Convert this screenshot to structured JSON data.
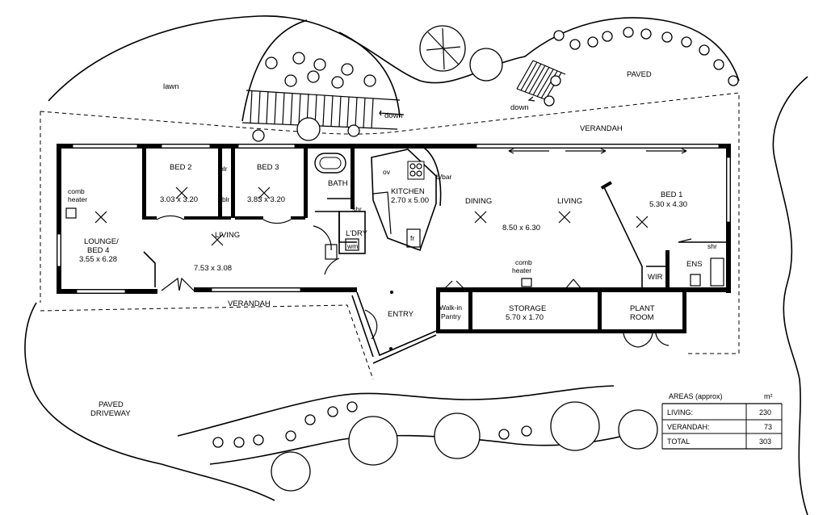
{
  "labels": {
    "lawn": "lawn",
    "down_left": "down",
    "down_right": "down",
    "paved_top": "PAVED",
    "verandah_top": "VERANDAH",
    "verandah_bottom": "VERANDAH",
    "comb_heater_left_1": "comb",
    "comb_heater_left_2": "heater",
    "lounge_1": "LOUNGE/",
    "lounge_2": "BED 4",
    "lounge_dims": "3.55 x 6.28",
    "bed2": "BED 2",
    "bed2_dims": "3.03 x 3.20",
    "blr_1": "blr",
    "blr_2": "blr",
    "bed3": "BED 3",
    "bed3_dims": "3.83 x 3.20",
    "living_left": "LIVING",
    "living_left_dims": "7.53 x 3.08",
    "bath": "BATH",
    "shr_bath": "shr",
    "ldry": "L'DRY",
    "wm": "wm",
    "kitchen": "KITCHEN",
    "kitchen_dims": "2.70 x 5.00",
    "ov": "ov",
    "fr": "fr",
    "bbar": "b/bar",
    "dining": "DINING",
    "living_right": "LIVING",
    "dining_living_dims": "8.50 x 6.30",
    "bed1": "BED 1",
    "bed1_dims": "5.30 x 4.30",
    "shr_ens": "shr",
    "ens": "ENS",
    "wir": "WIR",
    "comb_heater_mid_1": "comb",
    "comb_heater_mid_2": "heater",
    "entry": "ENTRY",
    "walkin_1": "Walk-in",
    "walkin_2": "Pantry",
    "storage": "STORAGE",
    "storage_dims": "5.70 x 1.70",
    "plant_1": "PLANT",
    "plant_2": "ROOM",
    "paved_driveway_1": "PAVED",
    "paved_driveway_2": "DRIVEWAY"
  },
  "areas_table": {
    "header": "AREAS (approx)",
    "unit": "m²",
    "rows": [
      {
        "label": "LIVING:",
        "value": "230"
      },
      {
        "label": "VERANDAH:",
        "value": "73"
      },
      {
        "label": "TOTAL",
        "value": "303"
      }
    ]
  }
}
